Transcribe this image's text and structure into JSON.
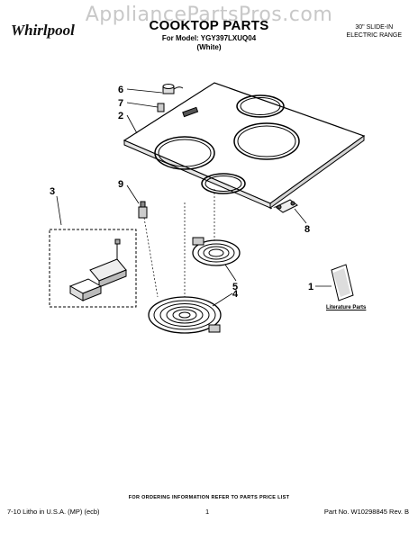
{
  "watermark": "AppliancePartsPros.com",
  "brand": "Whirlpool",
  "header": {
    "title": "COOKTOP PARTS",
    "model_line": "For Model: YGY397LXUQ04",
    "color": "(White)",
    "range_type_line1": "30\" SLIDE-IN",
    "range_type_line2": "ELECTRIC RANGE"
  },
  "callouts": {
    "c1": "1",
    "c2": "2",
    "c3": "3",
    "c4": "4",
    "c5": "5",
    "c6": "6",
    "c7": "7",
    "c8": "8",
    "c9": "9"
  },
  "literature_label": "Literature Parts",
  "footer": {
    "order_note": "FOR ORDERING INFORMATION REFER TO PARTS PRICE LIST",
    "litho": "7-10 Litho in U.S.A. (MP) (ecb)",
    "page": "1",
    "part_no": "Part No. W10298845 Rev. B"
  }
}
